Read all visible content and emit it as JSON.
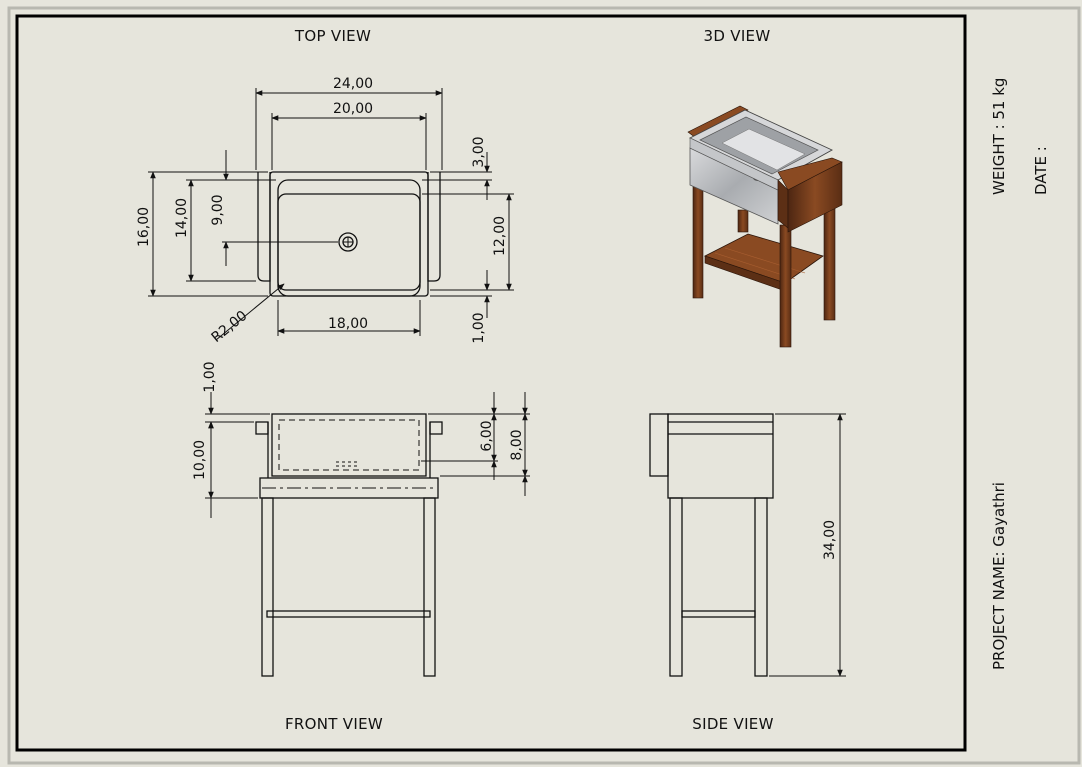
{
  "views": {
    "top": "TOP VIEW",
    "iso": "3D VIEW",
    "front": "FRONT VIEW",
    "side": "SIDE VIEW"
  },
  "dimensions": {
    "top_overall_width": "24,00",
    "top_bowl_width": "20,00",
    "top_depth_overall": "16,00",
    "top_depth_bowl": "14,00",
    "top_drain_offset": "9,00",
    "top_back_lip": "3,00",
    "top_bowl_depth_right": "12,00",
    "top_front_lip": "1,00",
    "top_basin_width": "18,00",
    "top_corner_radius": "R2,00",
    "front_rim": "1,00",
    "front_sink_height": "10,00",
    "front_inner_depth": "6,00",
    "front_outer_depth": "8,00",
    "side_total_height": "34,00"
  },
  "title_block": {
    "weight": "WEIGHT :  51 kg",
    "date": "DATE :",
    "project": "PROJECT NAME:  Gayathri"
  },
  "colors": {
    "paper": "#e6e5dc",
    "wood": "#6e3a1c",
    "steel": "#b9bcbf"
  }
}
